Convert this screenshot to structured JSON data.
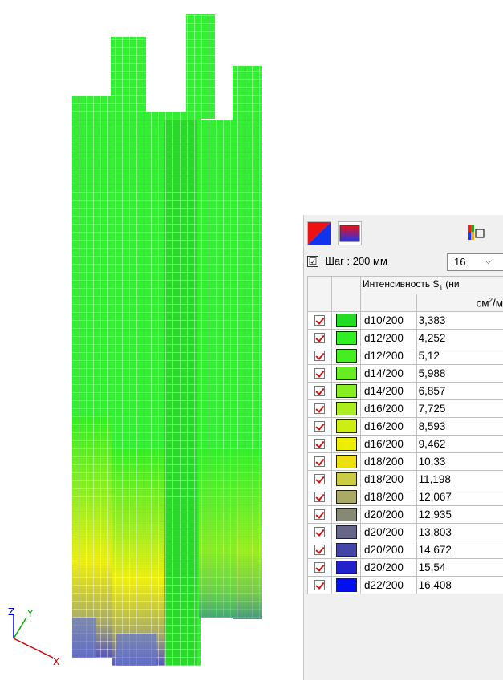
{
  "toolbar": {
    "btn1_icon": "red-blue-diagonal-icon",
    "btn2_icon": "red-blue-gradient-icon",
    "btn3_icon": "layout-icon"
  },
  "step": {
    "checked": "☑",
    "label": "Шаг : 200 мм",
    "count_value": "16",
    "count_icon": "chevron-down-icon"
  },
  "table": {
    "header_title_prefix": "Интенсивность S",
    "header_title_sub": "1",
    "header_title_suffix": " (ни",
    "unit_prefix": "см",
    "unit_sup": "2",
    "unit_suffix": "/м"
  },
  "legend": [
    {
      "label": "d10/200",
      "value": "3,383",
      "color": "#22dd22"
    },
    {
      "label": "d12/200",
      "value": "4,252",
      "color": "#33ee22"
    },
    {
      "label": "d12/200",
      "value": "5,12",
      "color": "#44ee22"
    },
    {
      "label": "d14/200",
      "value": "5,988",
      "color": "#66ee22"
    },
    {
      "label": "d14/200",
      "value": "6,857",
      "color": "#88ee22"
    },
    {
      "label": "d16/200",
      "value": "7,725",
      "color": "#aaee22"
    },
    {
      "label": "d16/200",
      "value": "8,593",
      "color": "#ccee11"
    },
    {
      "label": "d16/200",
      "value": "9,462",
      "color": "#eeee00"
    },
    {
      "label": "d18/200",
      "value": "10,33",
      "color": "#eedd11"
    },
    {
      "label": "d18/200",
      "value": "11,198",
      "color": "#cccc44"
    },
    {
      "label": "d18/200",
      "value": "12,067",
      "color": "#aaaa66"
    },
    {
      "label": "d20/200",
      "value": "12,935",
      "color": "#888877"
    },
    {
      "label": "d20/200",
      "value": "13,803",
      "color": "#666688"
    },
    {
      "label": "d20/200",
      "value": "14,672",
      "color": "#4444aa"
    },
    {
      "label": "d20/200",
      "value": "15,54",
      "color": "#2222cc"
    },
    {
      "label": "d22/200",
      "value": "16,408",
      "color": "#0011ee"
    }
  ],
  "axes": {
    "z": "Z",
    "y": "Y",
    "x": "X"
  }
}
